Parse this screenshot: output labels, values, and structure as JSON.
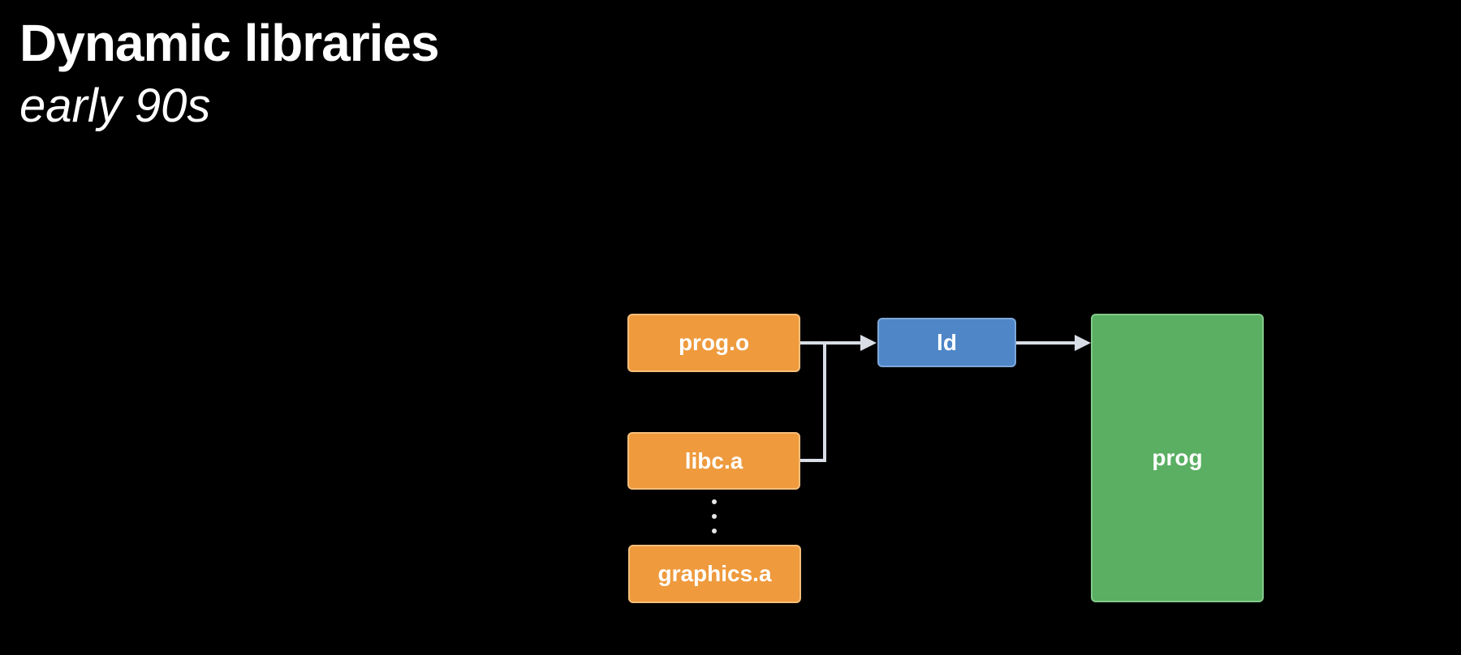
{
  "slide": {
    "title": "Dynamic libraries",
    "subtitle": "early 90s"
  },
  "diagram": {
    "inputs": [
      {
        "label": "prog.o"
      },
      {
        "label": "libc.a"
      },
      {
        "label": "graphics.a"
      }
    ],
    "linker": {
      "label": "ld"
    },
    "output": {
      "label": "prog"
    }
  },
  "colors": {
    "background": "#000000",
    "input_box": "#EE9A3D",
    "linker_box": "#4E86C7",
    "output_box": "#5AAF62",
    "connector": "#D9DEE6",
    "text": "#FFFFFF"
  }
}
